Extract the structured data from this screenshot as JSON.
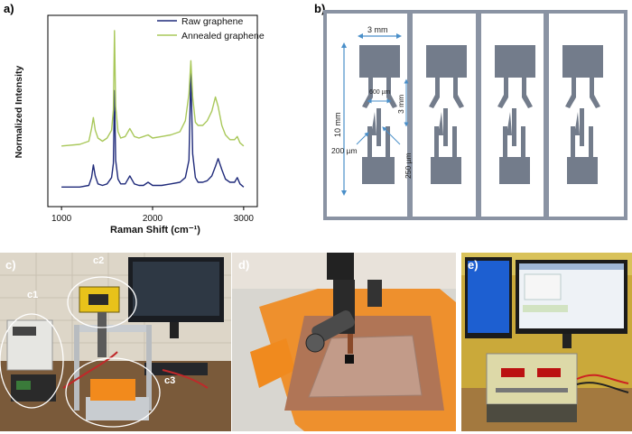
{
  "figure": {
    "panel_labels": [
      "a)",
      "b)",
      "c)",
      "d)",
      "e)"
    ],
    "colors": {
      "raw": "#1f2a7a",
      "annealed": "#a9c85a",
      "electrode": "#737c8b",
      "substrate_border": "#8a93a3",
      "background": "#ffffff",
      "accent_orange": "#f28a1c"
    }
  },
  "chart_data": {
    "type": "line",
    "title": "",
    "xlabel": "Raman Shift (cm⁻¹)",
    "ylabel": "Normalized Intensity",
    "xlim": [
      850,
      3150
    ],
    "xticks": [
      1000,
      2000,
      3000
    ],
    "legend_position": "top-right",
    "grid": false,
    "series": [
      {
        "name": "Raw graphene",
        "color": "#1f2a7a",
        "x": [
          1000,
          1200,
          1300,
          1330,
          1350,
          1370,
          1400,
          1450,
          1500,
          1550,
          1570,
          1582,
          1595,
          1620,
          1650,
          1700,
          1750,
          1800,
          1850,
          1900,
          1950,
          2000,
          2100,
          2200,
          2300,
          2360,
          2400,
          2420,
          2440,
          2470,
          2500,
          2550,
          2600,
          2650,
          2690,
          2720,
          2760,
          2800,
          2850,
          2900,
          2930,
          2960,
          3000
        ],
        "y": [
          0.01,
          0.01,
          0.02,
          0.07,
          0.15,
          0.08,
          0.03,
          0.02,
          0.03,
          0.07,
          0.16,
          0.62,
          0.18,
          0.06,
          0.03,
          0.03,
          0.08,
          0.03,
          0.02,
          0.02,
          0.04,
          0.02,
          0.02,
          0.03,
          0.04,
          0.07,
          0.18,
          0.75,
          0.22,
          0.07,
          0.04,
          0.04,
          0.05,
          0.08,
          0.14,
          0.19,
          0.12,
          0.06,
          0.04,
          0.04,
          0.07,
          0.03,
          0.01
        ]
      },
      {
        "name": "Annealed graphene",
        "color": "#a9c85a",
        "x": [
          1000,
          1200,
          1300,
          1330,
          1350,
          1370,
          1400,
          1450,
          1500,
          1550,
          1570,
          1582,
          1595,
          1620,
          1650,
          1700,
          1750,
          1800,
          1850,
          1900,
          1950,
          2000,
          2100,
          2200,
          2300,
          2360,
          2400,
          2420,
          2440,
          2470,
          2500,
          2550,
          2600,
          2650,
          2690,
          2720,
          2760,
          2800,
          2850,
          2900,
          2930,
          2960,
          3000
        ],
        "y": [
          0.27,
          0.28,
          0.3,
          0.38,
          0.45,
          0.37,
          0.32,
          0.3,
          0.32,
          0.37,
          0.5,
          1.0,
          0.52,
          0.36,
          0.32,
          0.33,
          0.38,
          0.33,
          0.32,
          0.33,
          0.34,
          0.32,
          0.33,
          0.34,
          0.36,
          0.43,
          0.6,
          0.81,
          0.58,
          0.42,
          0.4,
          0.4,
          0.43,
          0.49,
          0.58,
          0.52,
          0.4,
          0.34,
          0.31,
          0.31,
          0.33,
          0.29,
          0.27
        ]
      }
    ]
  },
  "schematic": {
    "dimensions": {
      "width_3mm": "3 mm",
      "height_10mm": "10 mm",
      "gap_600um": "600 µm",
      "length_3mm": "3 mm",
      "width_200um": "200 µm",
      "width_250um": "250 µm"
    }
  },
  "photos": {
    "c_labels": {
      "c1": "c1",
      "c2": "c2",
      "c3": "c3"
    }
  }
}
